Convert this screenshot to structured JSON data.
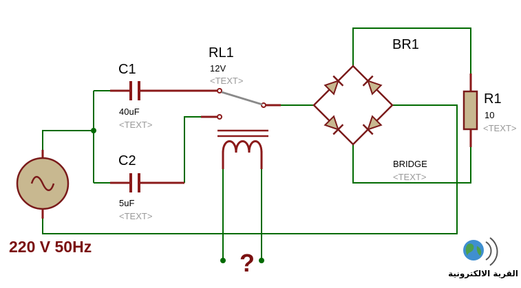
{
  "colors": {
    "wire": "#006a00",
    "lead": "#8b1a1a",
    "body_fill": "#c8b890",
    "outline": "#7a1a1a",
    "switch": "#8a8a8a",
    "source_text": "#7a1010",
    "placeholder": "#9a9a9a",
    "globe": "#3f8fd0",
    "land": "#4ca04c"
  },
  "components": {
    "c1": {
      "ref": "C1",
      "value": "40uF",
      "text": "<TEXT>"
    },
    "c2": {
      "ref": "C2",
      "value": "5uF",
      "text": "<TEXT>"
    },
    "rl1": {
      "ref": "RL1",
      "value": "12V",
      "text": "<TEXT>"
    },
    "br1": {
      "ref": "BR1",
      "value": "BRIDGE",
      "text": "<TEXT>"
    },
    "r1": {
      "ref": "R1",
      "value": "10",
      "text": "<TEXT>"
    }
  },
  "source": {
    "label": "220 V  50Hz",
    "icon": "ac-source-icon"
  },
  "unknown_connection": "?",
  "watermark": {
    "text": "القرية الالكترونية",
    "icon": "globe-logo-icon"
  }
}
